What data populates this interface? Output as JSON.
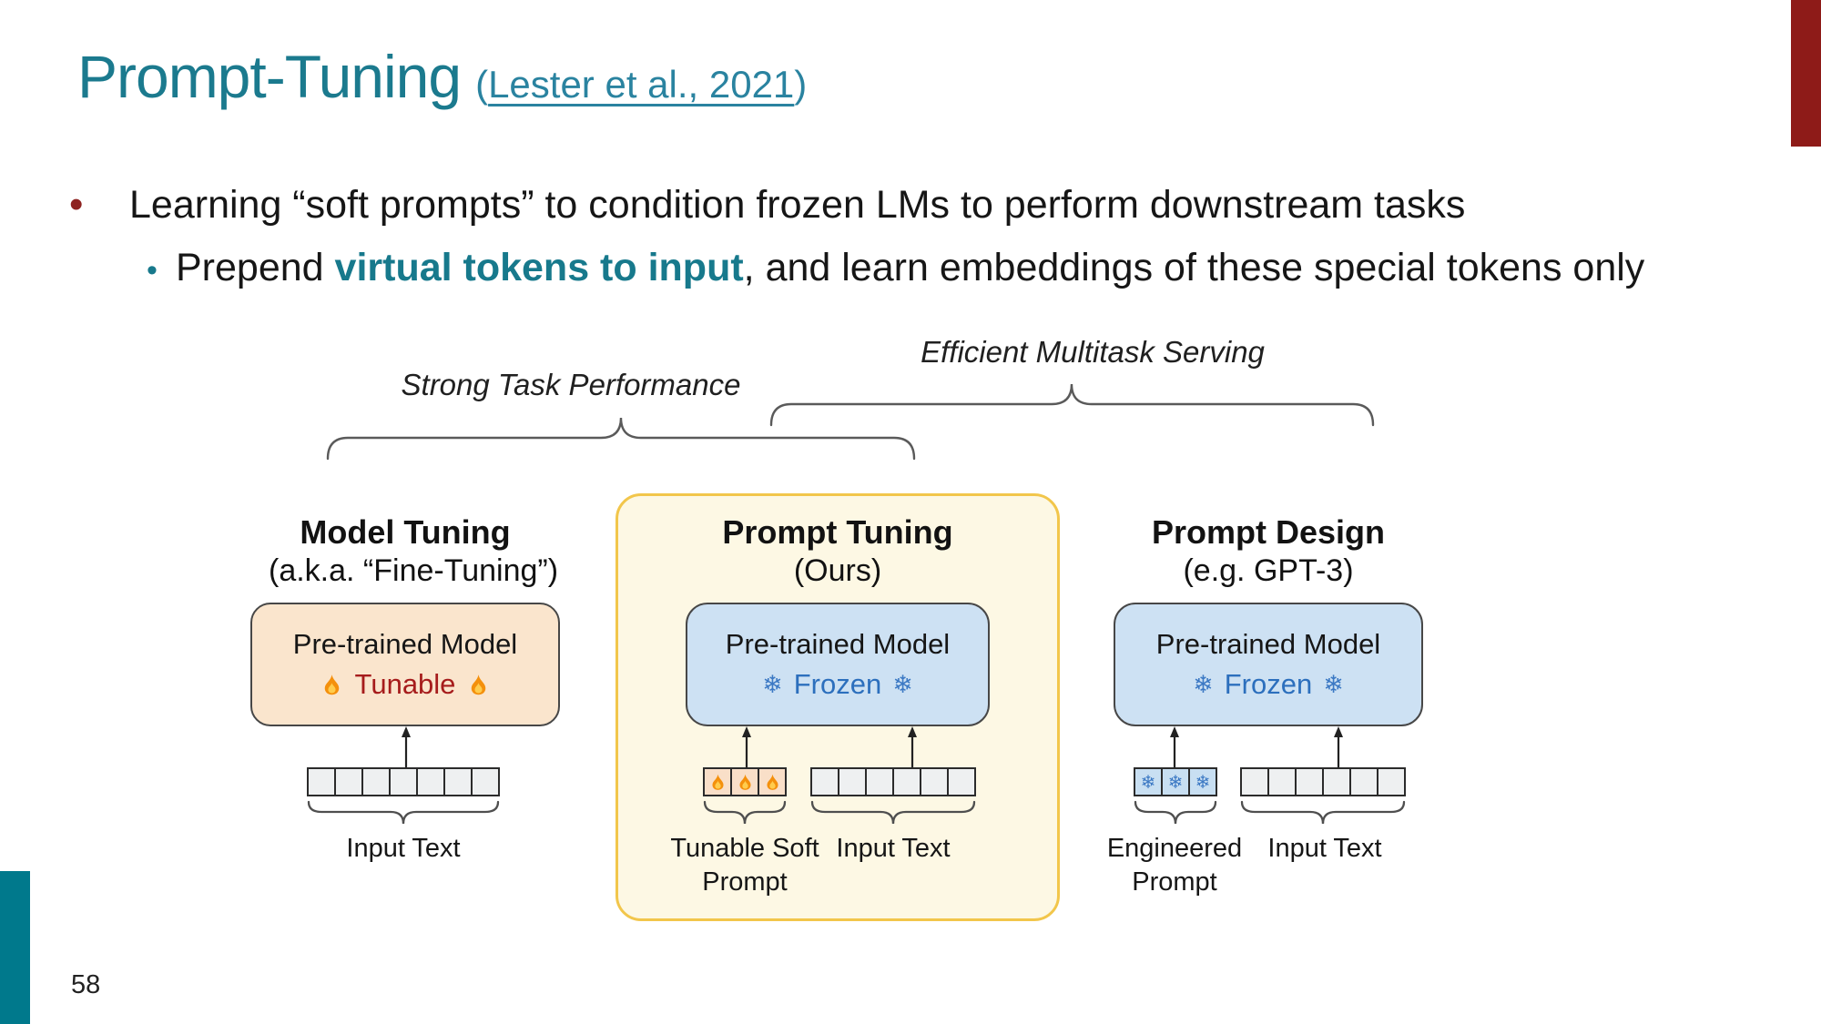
{
  "page": {
    "page_number": "58"
  },
  "colors": {
    "accent_red": "#8e1b18",
    "accent_teal": "#00798c",
    "title_teal": "#1b7a8e",
    "highlight_teal": "#17798c",
    "frozen_blue": "#2c6fbd",
    "tunable_red": "#a61c1c",
    "panel_yellow_border": "#f2c64b",
    "panel_yellow_fill": "#fdf8e4",
    "model_blue_fill": "#cde1f3",
    "model_peach_fill": "#fae5cd"
  },
  "icons": {
    "bullet": "•",
    "snowflake": "❄"
  },
  "title": {
    "main": "Prompt-Tuning",
    "cite_open": "(",
    "cite_link": "Lester et al., 2021",
    "cite_close": ")"
  },
  "bullets": {
    "b1": "Learning “soft prompts” to condition frozen LMs to perform downstream tasks",
    "b2_before": "Prepend ",
    "b2_highlight": "virtual tokens to input",
    "b2_after": ", and learn embeddings of these special tokens only"
  },
  "figure": {
    "annotation_left": "Strong Task Performance",
    "annotation_right": "Efficient Multitask Serving",
    "col1": {
      "title": "Model Tuning",
      "subtitle": "(a.k.a. “Fine-Tuning”)",
      "box_line1": "Pre-trained Model",
      "box_line2": "Tunable",
      "input_label": "Input Text"
    },
    "col2": {
      "title": "Prompt Tuning",
      "subtitle": "(Ours)",
      "box_line1": "Pre-trained Model",
      "box_line2": "Frozen",
      "prompt_label_line1": "Tunable Soft",
      "prompt_label_line2": "Prompt",
      "input_label": "Input Text"
    },
    "col3": {
      "title": "Prompt Design",
      "subtitle": "(e.g. GPT-3)",
      "box_line1": "Pre-trained Model",
      "box_line2": "Frozen",
      "prompt_label_line1": "Engineered",
      "prompt_label_line2": "Prompt",
      "input_label": "Input Text"
    }
  }
}
